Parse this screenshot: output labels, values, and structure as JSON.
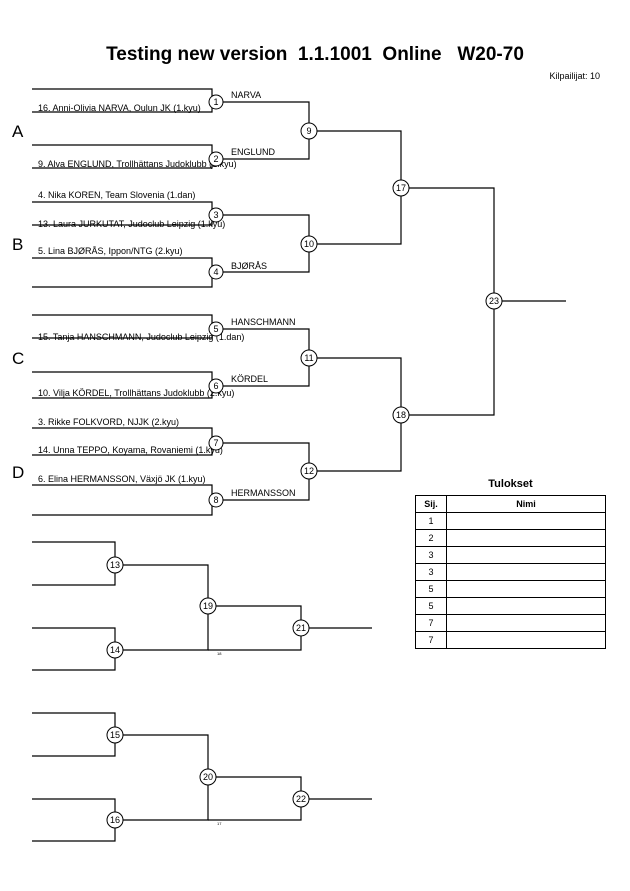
{
  "header": {
    "title": "Testing new version  1.1.1001  Online   W20-70",
    "count": "Kilpailijat: 10"
  },
  "groups": [
    "A",
    "B",
    "C",
    "D"
  ],
  "competitors": [
    "16. Anni-Olivia NARVA, Oulun JK (1.kyu)",
    "9. Alva ENGLUND, Trollhättans Judoklubb (1.kyu)",
    "4. Nika KOREN, Team Slovenia (1.dan)",
    "13. Laura JURKUTAT, Judoclub Leipzig (1.kyu)",
    "5. Lina BJØRÅS, Ippon/NTG (2.kyu)",
    "15. Tanja HANSCHMANN, Judoclub Leipzig (1.dan)",
    "10. Vilja KÖRDEL, Trollhättans Judoklubb (2.kyu)",
    "3. Rikke FOLKVORD, NJJK (2.kyu)",
    "14. Unna TEPPO, Koyama, Rovaniemi (1.kyu)",
    "6. Elina HERMANSSON, Växjö JK (1.kyu)"
  ],
  "winners": [
    "NARVA",
    "ENGLUND",
    "BJØRÅS",
    "HANSCHMANN",
    "KÖRDEL",
    "HERMANSSON"
  ],
  "matches": [
    "1",
    "2",
    "3",
    "4",
    "5",
    "6",
    "7",
    "8",
    "9",
    "10",
    "11",
    "12",
    "13",
    "14",
    "15",
    "16",
    "17",
    "18",
    "19",
    "20",
    "21",
    "22",
    "23"
  ],
  "repechage_notes": [
    "18",
    "17"
  ],
  "results": {
    "title": "Tulokset",
    "col_rank": "Sij.",
    "col_name": "Nimi",
    "rows": [
      {
        "rank": "1",
        "name": ""
      },
      {
        "rank": "2",
        "name": ""
      },
      {
        "rank": "3",
        "name": ""
      },
      {
        "rank": "3",
        "name": ""
      },
      {
        "rank": "5",
        "name": ""
      },
      {
        "rank": "5",
        "name": ""
      },
      {
        "rank": "7",
        "name": ""
      },
      {
        "rank": "7",
        "name": ""
      }
    ]
  }
}
